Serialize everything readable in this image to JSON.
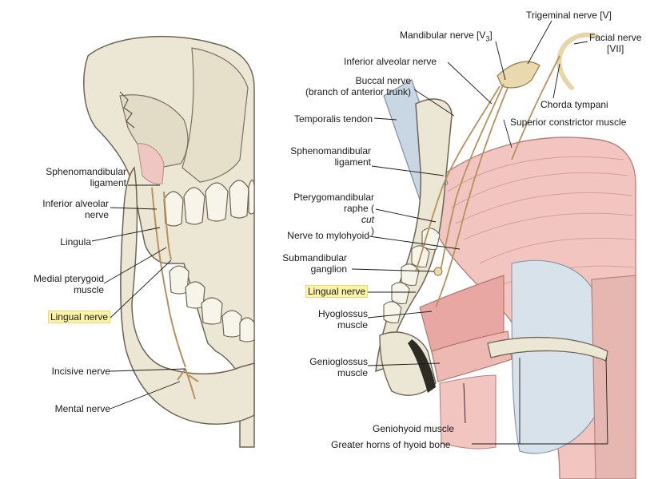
{
  "left_labels": {
    "spheno_1": "Sphenomandibular",
    "spheno_2": "ligament",
    "inf_alv_1": "Inferior alveolar",
    "inf_alv_2": "nerve",
    "lingula": "Lingula",
    "med_ptery_1": "Medial pterygoid",
    "med_ptery_2": "muscle",
    "lingual": "Lingual nerve",
    "incisive": "Incisive nerve",
    "mental": "Mental nerve"
  },
  "right_labels": {
    "trigeminal": "Trigeminal nerve [V]",
    "mandibular_pre": "Mandibular nerve [V",
    "mandibular_sub": "3",
    "mandibular_post": "]",
    "facial_1": "Facial nerve",
    "facial_2": "[VII]",
    "inf_alv": "Inferior alveolar nerve",
    "buccal_1": "Buccal nerve",
    "buccal_2": "(branch of anterior trunk)",
    "chorda": "Chorda tympani",
    "temporalis": "Temporalis tendon",
    "sup_constrictor": "Superior constrictor muscle",
    "spheno_1": "Sphenomandibular",
    "spheno_2": "ligament",
    "ptery_raphe_1": "Pterygomandibular",
    "ptery_raphe_pre": "raphe (",
    "ptery_raphe_cut": "cut",
    "ptery_raphe_post": ")",
    "mylohyoid": "Nerve to mylohyoid",
    "submand_1": "Submandibular",
    "submand_2": "ganglion",
    "lingual": "Lingual nerve",
    "hyoglossus_1": "Hyoglossus",
    "hyoglossus_2": "muscle",
    "genioglossus_1": "Genioglossus",
    "genioglossus_2": "muscle",
    "geniohyoid": "Geniohyoid muscle",
    "greater_horns": "Greater horns of hyoid bone"
  }
}
